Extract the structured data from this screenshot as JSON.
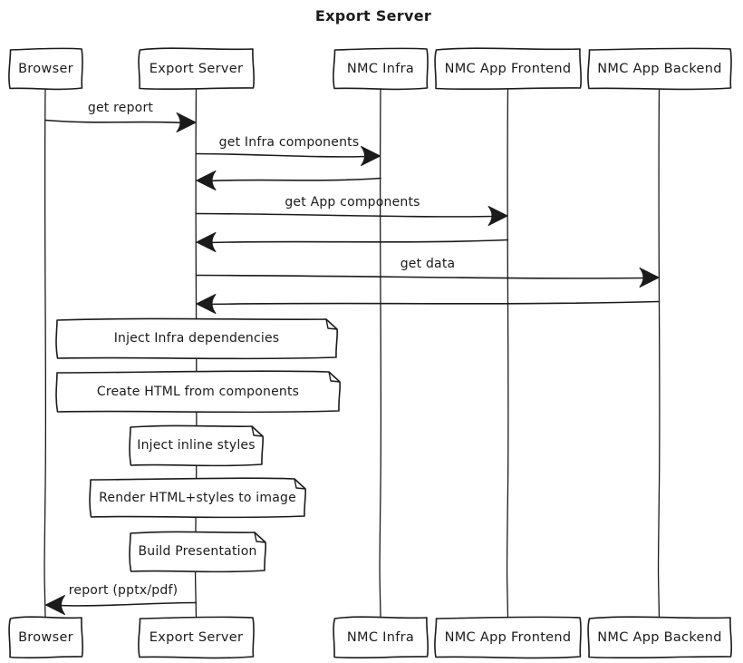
{
  "title": "Export Server",
  "participants": [
    {
      "label": "Browser"
    },
    {
      "label": "Export Server"
    },
    {
      "label": "NMC Infra"
    },
    {
      "label": "NMC App Frontend"
    },
    {
      "label": "NMC App Backend"
    }
  ],
  "messages": [
    {
      "label": "get report",
      "from": "Browser",
      "to": "Export Server"
    },
    {
      "label": "get Infra components",
      "from": "Export Server",
      "to": "NMC Infra"
    },
    {
      "label": "",
      "from": "NMC Infra",
      "to": "Export Server"
    },
    {
      "label": "get App components",
      "from": "Export Server",
      "to": "NMC App Frontend"
    },
    {
      "label": "",
      "from": "NMC App Frontend",
      "to": "Export Server"
    },
    {
      "label": "get data",
      "from": "Export Server",
      "to": "NMC App Backend"
    },
    {
      "label": "",
      "from": "NMC App Backend",
      "to": "Export Server"
    },
    {
      "label": "report (pptx/pdf)",
      "from": "Export Server",
      "to": "Browser"
    }
  ],
  "notes": [
    {
      "label": "Inject Infra dependencies",
      "over": "Export Server"
    },
    {
      "label": "Create HTML from components",
      "over": "Export Server"
    },
    {
      "label": "Inject inline styles",
      "over": "Export Server"
    },
    {
      "label": "Render HTML+styles to image",
      "over": "Export Server"
    },
    {
      "label": "Build Presentation",
      "over": "Export Server"
    }
  ],
  "colors": {
    "stroke": "#1b1b1b",
    "fill": "#ffffff"
  }
}
